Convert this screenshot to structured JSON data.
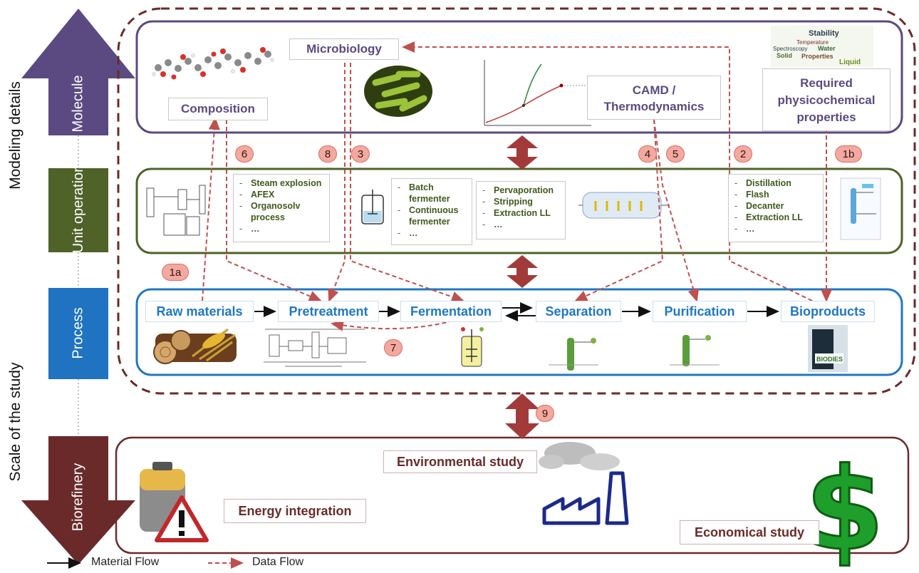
{
  "side_axis": {
    "modeling_details": "Modeling details",
    "scale_of_study": "Scale of the study",
    "levels": [
      "Molecule",
      "Unit operation",
      "Process",
      "Biorefinery"
    ]
  },
  "molecule": {
    "microbiology": "Microbiology",
    "composition": "Composition",
    "camd": "CAMD / Thermodynamics",
    "required_props": "Required physicochemical properties",
    "word_cloud": [
      "Stability",
      "Temperature",
      "Spectroscopy",
      "Water",
      "Solid",
      "Properties",
      "Liquid"
    ]
  },
  "unit_operation": {
    "pretreatment_ops": [
      "Steam explosion",
      "AFEX",
      "Organosolv process",
      "…"
    ],
    "fermenter_ops": [
      "Batch fermenter",
      "Continuous fermenter",
      "…"
    ],
    "separation_ops": [
      "Pervaporation",
      "Stripping",
      "Extraction LL",
      "…"
    ],
    "purification_ops": [
      "Distillation",
      "Flash",
      "Decanter",
      "Extraction LL",
      "…"
    ]
  },
  "process": {
    "steps": [
      "Raw materials",
      "Pretreatment",
      "Fermentation",
      "Separation",
      "Purification",
      "Bioproducts"
    ]
  },
  "biorefinery": {
    "environmental": "Environmental study",
    "energy": "Energy integration",
    "economical": "Economical study",
    "dollar": "$"
  },
  "badges": [
    "1a",
    "1b",
    "2",
    "3",
    "4",
    "5",
    "6",
    "7",
    "8",
    "9"
  ],
  "legend": {
    "material": "Material Flow",
    "data": "Data Flow"
  },
  "colors": {
    "molecule": "#5b4a82",
    "unit_operation": "#556b2f",
    "process": "#1f77c4",
    "biorefinery": "#6b2a2a",
    "data_flow": "#c0504d",
    "link_arrow": "#a33a3a"
  }
}
